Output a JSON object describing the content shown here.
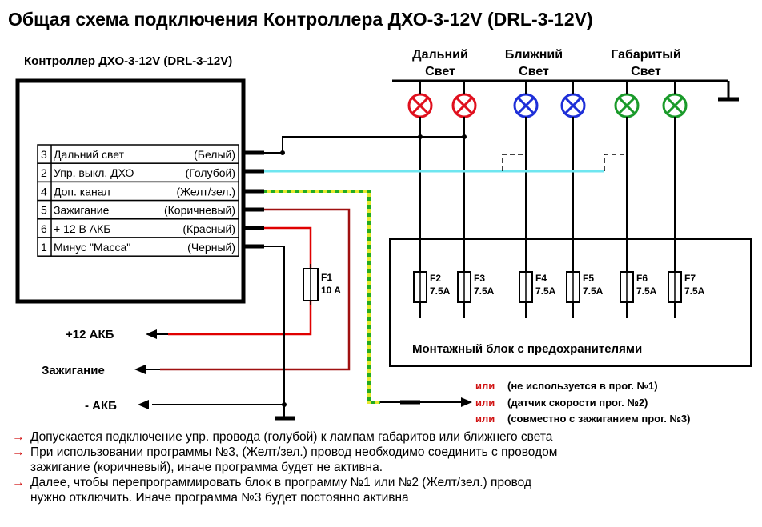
{
  "title": "Общая схема подключения Контроллера ДХО-3-12V (DRL-3-12V)",
  "controller": {
    "label": "Контроллер ДХО-3-12V (DRL-3-12V)",
    "pins": [
      {
        "num": "3",
        "name": "Дальний свет",
        "color_name": "(Белый)"
      },
      {
        "num": "2",
        "name": "Упр. выкл. ДХО",
        "color_name": "(Голубой)"
      },
      {
        "num": "4",
        "name": "Доп. канал",
        "color_name": "(Желт/зел.)"
      },
      {
        "num": "5",
        "name": "Зажигание",
        "color_name": "(Коричневый)"
      },
      {
        "num": "6",
        "name": "+ 12 В АКБ",
        "color_name": "(Красный)"
      },
      {
        "num": "1",
        "name": "Минус \"Масса\"",
        "color_name": "(Черный)"
      }
    ]
  },
  "lamp_groups": [
    {
      "line1": "Дальний",
      "line2": "Свет",
      "color": "#e0101e"
    },
    {
      "line1": "Ближний",
      "line2": "Свет",
      "color": "#1e2fd8"
    },
    {
      "line1": "Габаритый",
      "line2": "Свет",
      "color": "#1a9a2a"
    }
  ],
  "fuse_f1": {
    "name": "F1",
    "rating": "10 A"
  },
  "fuses": [
    {
      "name": "F2",
      "rating": "7.5A"
    },
    {
      "name": "F3",
      "rating": "7.5A"
    },
    {
      "name": "F4",
      "rating": "7.5A"
    },
    {
      "name": "F5",
      "rating": "7.5A"
    },
    {
      "name": "F6",
      "rating": "7.5A"
    },
    {
      "name": "F7",
      "rating": "7.5A"
    }
  ],
  "fuse_block_label": "Монтажный блок с предохранителями",
  "external": {
    "plus12": "+12 АКБ",
    "ignition": "Зажигание",
    "minus": "- АКБ"
  },
  "options": [
    {
      "or": "или",
      "text": "(не используется в прог. №1)"
    },
    {
      "or": "или",
      "text": "(датчик скорости прог. №2)"
    },
    {
      "or": "или",
      "text": "(совместно с зажиганием прог. №3)"
    }
  ],
  "notes": [
    {
      "text": "Допускается подключение упр. провода (голубой) к лампам габаритов или ближнего света",
      "text2": ""
    },
    {
      "text": "При использовании программы №3,  (Желт/зел.) провод необходимо соединить с проводом",
      "text2": "зажигание (коричневый), иначе программа будет не активна."
    },
    {
      "text": "Далее, чтобы перепрограммировать блок в программу №1 или №2 (Желт/зел.) провод",
      "text2": "нужно отключить. Иначе программа №3 будет постоянно активна"
    }
  ],
  "note_arrow": "→",
  "wire_colors": {
    "black": "#000000",
    "red": "#e00000",
    "brown": "#a01010",
    "cyan": "#6fe6f0",
    "yellow": "#e8e830",
    "green": "#22aa22"
  }
}
